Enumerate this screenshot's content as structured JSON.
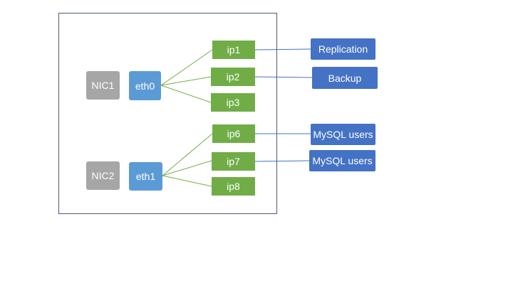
{
  "diagram": {
    "nics": [
      {
        "label": "NIC1"
      },
      {
        "label": "NIC2"
      }
    ],
    "interfaces": [
      {
        "label": "eth0"
      },
      {
        "label": "eth1"
      }
    ],
    "ips": [
      {
        "label": "ip1"
      },
      {
        "label": "ip2"
      },
      {
        "label": "ip3"
      },
      {
        "label": "ip6"
      },
      {
        "label": "ip7"
      },
      {
        "label": "ip8"
      }
    ],
    "services": [
      {
        "label": "Replication"
      },
      {
        "label": "Backup"
      },
      {
        "label": "MySQL users"
      },
      {
        "label": "MySQL users"
      }
    ],
    "colors": {
      "nic": "#a6a6a6",
      "interface": "#5b9bd5",
      "ip": "#70ad47",
      "service": "#4472c4",
      "ip_connector": "#70ad47",
      "service_connector": "#4472c4"
    }
  }
}
